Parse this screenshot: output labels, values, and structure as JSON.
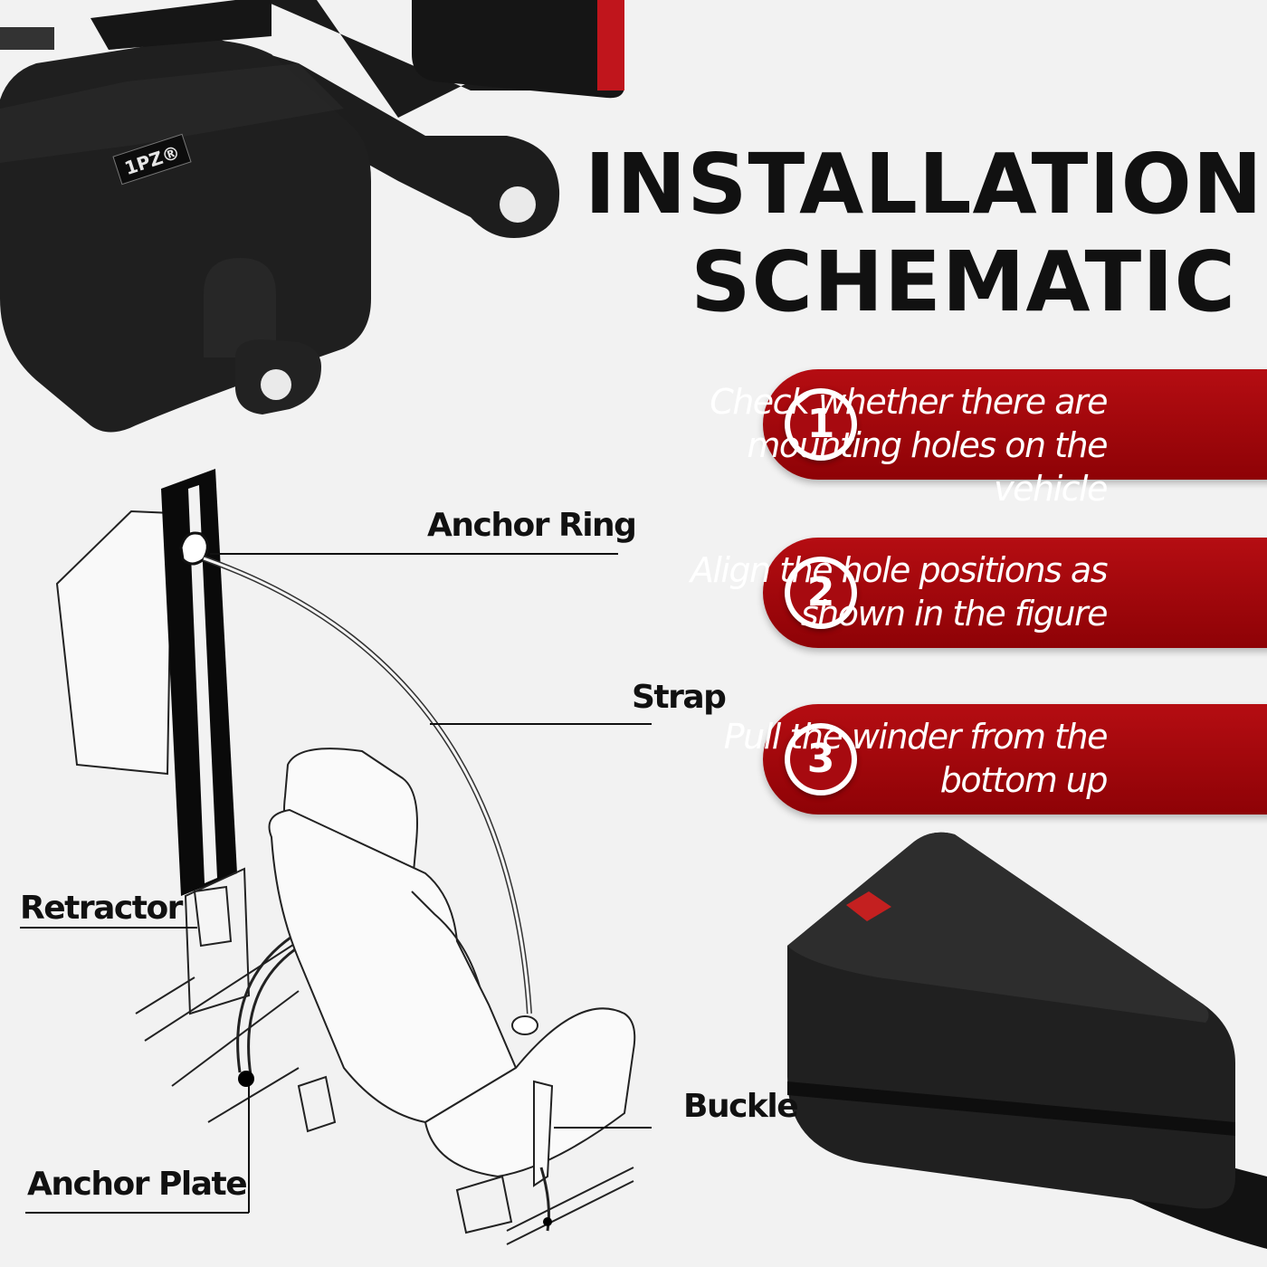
{
  "heading": {
    "line1": "INSTALLATION",
    "line2": "SCHEMATIC"
  },
  "steps": [
    {
      "number": "1",
      "text": "Check whether there are mounting holes on the vehicle"
    },
    {
      "number": "2",
      "text": "Align the hole positions as shown in the figure"
    },
    {
      "number": "3",
      "text": "Pull the winder from the bottom up"
    }
  ],
  "diagram_labels": {
    "anchor_ring": "Anchor Ring",
    "strap": "Strap",
    "retractor": "Retractor",
    "buckle": "Buckle",
    "anchor_plate": "Anchor Plate"
  },
  "product": {
    "brand_badge": "1PZ®"
  },
  "colors": {
    "accent_red": "#a70a10",
    "text_dark": "#111111",
    "product_black": "#1c1c1c"
  }
}
